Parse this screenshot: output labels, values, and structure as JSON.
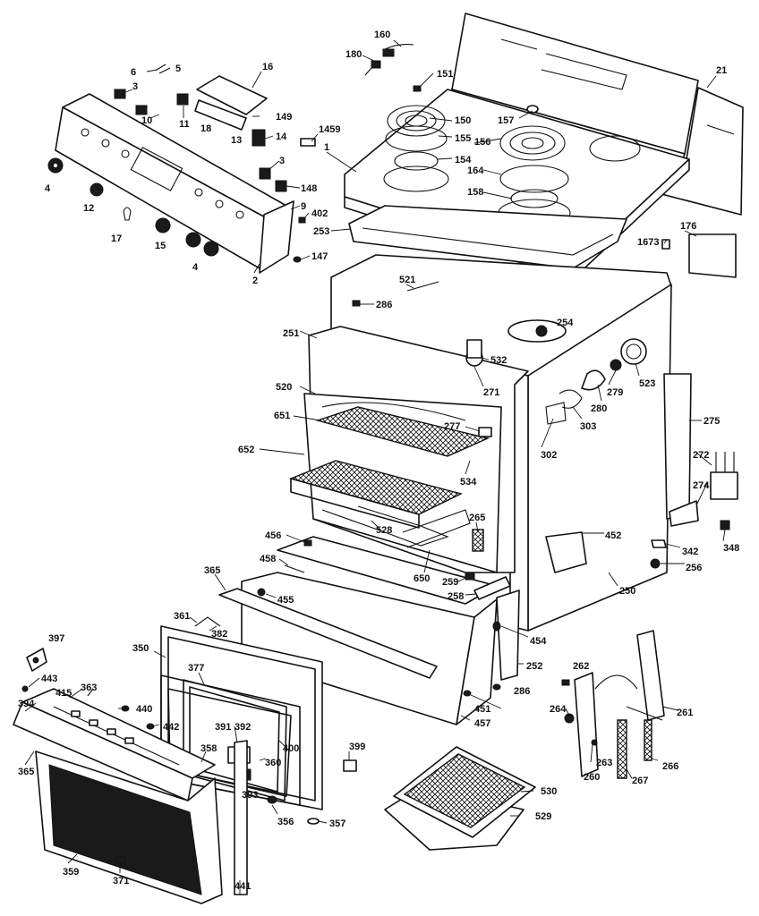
{
  "labels": [
    {
      "id": "p160",
      "text": "160"
    },
    {
      "id": "p180",
      "text": "180"
    },
    {
      "id": "p151",
      "text": "151"
    },
    {
      "id": "p21",
      "text": "21"
    },
    {
      "id": "p16",
      "text": "16"
    },
    {
      "id": "p6",
      "text": "6"
    },
    {
      "id": "p5",
      "text": "5"
    },
    {
      "id": "p3a",
      "text": "3"
    },
    {
      "id": "p10",
      "text": "10"
    },
    {
      "id": "p11",
      "text": "11"
    },
    {
      "id": "p18",
      "text": "18"
    },
    {
      "id": "p13",
      "text": "13"
    },
    {
      "id": "p149",
      "text": "149"
    },
    {
      "id": "p1459",
      "text": "1459"
    },
    {
      "id": "p14",
      "text": "14"
    },
    {
      "id": "p3b",
      "text": "3"
    },
    {
      "id": "p148",
      "text": "148"
    },
    {
      "id": "p9",
      "text": "9"
    },
    {
      "id": "p402",
      "text": "402"
    },
    {
      "id": "p147",
      "text": "147"
    },
    {
      "id": "p2",
      "text": "2"
    },
    {
      "id": "p4a",
      "text": "4"
    },
    {
      "id": "p12",
      "text": "12"
    },
    {
      "id": "p17",
      "text": "17"
    },
    {
      "id": "p15",
      "text": "15"
    },
    {
      "id": "p4b",
      "text": "4"
    },
    {
      "id": "p150",
      "text": "150"
    },
    {
      "id": "p157",
      "text": "157"
    },
    {
      "id": "p155",
      "text": "155"
    },
    {
      "id": "p156",
      "text": "156"
    },
    {
      "id": "p154",
      "text": "154"
    },
    {
      "id": "p164",
      "text": "164"
    },
    {
      "id": "p158",
      "text": "158"
    },
    {
      "id": "p1",
      "text": "1"
    },
    {
      "id": "p253",
      "text": "253"
    },
    {
      "id": "p1673",
      "text": "1673"
    },
    {
      "id": "p176",
      "text": "176"
    },
    {
      "id": "p521",
      "text": "521"
    },
    {
      "id": "p286a",
      "text": "286"
    },
    {
      "id": "p254",
      "text": "254"
    },
    {
      "id": "p251",
      "text": "251"
    },
    {
      "id": "p532",
      "text": "532"
    },
    {
      "id": "p523",
      "text": "523"
    },
    {
      "id": "p520",
      "text": "520"
    },
    {
      "id": "p271",
      "text": "271"
    },
    {
      "id": "p279",
      "text": "279"
    },
    {
      "id": "p280",
      "text": "280"
    },
    {
      "id": "p303",
      "text": "303"
    },
    {
      "id": "p651",
      "text": "651"
    },
    {
      "id": "p277",
      "text": "277"
    },
    {
      "id": "p275",
      "text": "275"
    },
    {
      "id": "p652",
      "text": "652"
    },
    {
      "id": "p302",
      "text": "302"
    },
    {
      "id": "p534",
      "text": "534"
    },
    {
      "id": "p272",
      "text": "272"
    },
    {
      "id": "p274",
      "text": "274"
    },
    {
      "id": "p528",
      "text": "528"
    },
    {
      "id": "p265",
      "text": "265"
    },
    {
      "id": "p456",
      "text": "456"
    },
    {
      "id": "p452",
      "text": "452"
    },
    {
      "id": "p348",
      "text": "348"
    },
    {
      "id": "p342",
      "text": "342"
    },
    {
      "id": "p458",
      "text": "458"
    },
    {
      "id": "p650",
      "text": "650"
    },
    {
      "id": "p256",
      "text": "256"
    },
    {
      "id": "p259",
      "text": "259"
    },
    {
      "id": "p365a",
      "text": "365"
    },
    {
      "id": "p455",
      "text": "455"
    },
    {
      "id": "p258",
      "text": "258"
    },
    {
      "id": "p250",
      "text": "250"
    },
    {
      "id": "p361",
      "text": "361"
    },
    {
      "id": "p382",
      "text": "382"
    },
    {
      "id": "p454",
      "text": "454"
    },
    {
      "id": "p397",
      "text": "397"
    },
    {
      "id": "p350",
      "text": "350"
    },
    {
      "id": "p252",
      "text": "252"
    },
    {
      "id": "p262",
      "text": "262"
    },
    {
      "id": "p377",
      "text": "377"
    },
    {
      "id": "p443",
      "text": "443"
    },
    {
      "id": "p363",
      "text": "363"
    },
    {
      "id": "p415",
      "text": "415"
    },
    {
      "id": "p440",
      "text": "440"
    },
    {
      "id": "p286b",
      "text": "286"
    },
    {
      "id": "p394",
      "text": "394"
    },
    {
      "id": "p442",
      "text": "442"
    },
    {
      "id": "p451",
      "text": "451"
    },
    {
      "id": "p457",
      "text": "457"
    },
    {
      "id": "p264",
      "text": "264"
    },
    {
      "id": "p261",
      "text": "261"
    },
    {
      "id": "p391",
      "text": "391"
    },
    {
      "id": "p392",
      "text": "392"
    },
    {
      "id": "p400",
      "text": "400"
    },
    {
      "id": "p360",
      "text": "360"
    },
    {
      "id": "p399",
      "text": "399"
    },
    {
      "id": "p358",
      "text": "358"
    },
    {
      "id": "p263",
      "text": "263"
    },
    {
      "id": "p365b",
      "text": "365"
    },
    {
      "id": "p260",
      "text": "260"
    },
    {
      "id": "p267",
      "text": "267"
    },
    {
      "id": "p266",
      "text": "266"
    },
    {
      "id": "p393",
      "text": "393"
    },
    {
      "id": "p530",
      "text": "530"
    },
    {
      "id": "p529",
      "text": "529"
    },
    {
      "id": "p356",
      "text": "356"
    },
    {
      "id": "p357",
      "text": "357"
    },
    {
      "id": "p359",
      "text": "359"
    },
    {
      "id": "p371",
      "text": "371"
    },
    {
      "id": "p441",
      "text": "441"
    }
  ]
}
